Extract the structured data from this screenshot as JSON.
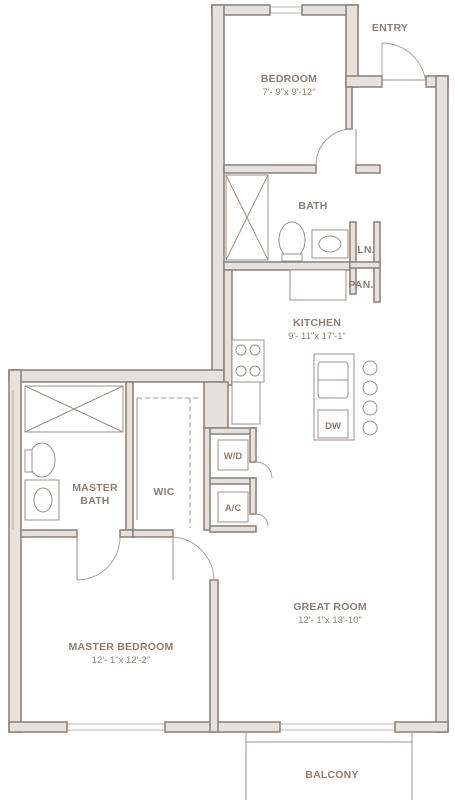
{
  "rooms": {
    "entry": {
      "label": "ENTRY"
    },
    "bedroom": {
      "label": "BEDROOM",
      "dims": "7'- 9\"x 9'-12\""
    },
    "bath": {
      "label": "BATH"
    },
    "linen": {
      "label": "LN."
    },
    "pantry": {
      "label": "PAN."
    },
    "kitchen": {
      "label": "KITCHEN",
      "dims": "9'- 11\"x 17'-1\""
    },
    "dishwasher": {
      "label": "DW"
    },
    "washer_dryer": {
      "label": "W/D"
    },
    "ac": {
      "label": "A/C"
    },
    "master_bath": {
      "label_line1": "MASTER",
      "label_line2": "BATH"
    },
    "wic": {
      "label": "WIC"
    },
    "great_room": {
      "label": "GREAT ROOM",
      "dims": "12'- 1\"x 13'-10\""
    },
    "master_bedroom": {
      "label": "MASTER BEDROOM",
      "dims": "12'- 1\"x 12'-2\""
    },
    "balcony": {
      "label": "BALCONY"
    }
  },
  "colors": {
    "wall_fill": "#e5e1df",
    "wall_stroke": "#8f8580",
    "label_text": "#8a7f78",
    "background": "#ffffff"
  }
}
